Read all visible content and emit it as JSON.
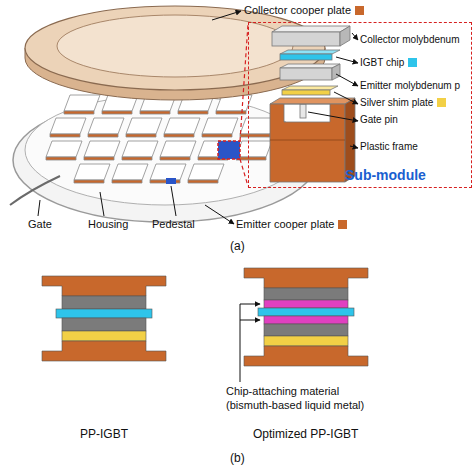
{
  "diagram": {
    "nodes": [
      {
        "text": [
          "Sub-module"
        ]
      }
    ],
    "labels": [
      "Collector molybdenum",
      "Emitter molybdenum p",
      "Gate pin",
      "Plastic frame",
      "Gate",
      "Housing",
      "Pedestal",
      "(a)",
      "PP-IGBT",
      "Optimized PP-IGBT",
      "Chip-attaching material",
      "(bismuth-based liquid metal)",
      "(b)"
    ],
    "legend": [
      {
        "text": "Collector cooper plate",
        "color": "#c8682c"
      },
      {
        "text": "IGBT chip",
        "color": "#2ec4ea"
      },
      {
        "text": "Silver shim plate",
        "color": "#f2d046"
      },
      {
        "text": "Emitter cooper plate",
        "color": "#c8682c"
      }
    ]
  }
}
